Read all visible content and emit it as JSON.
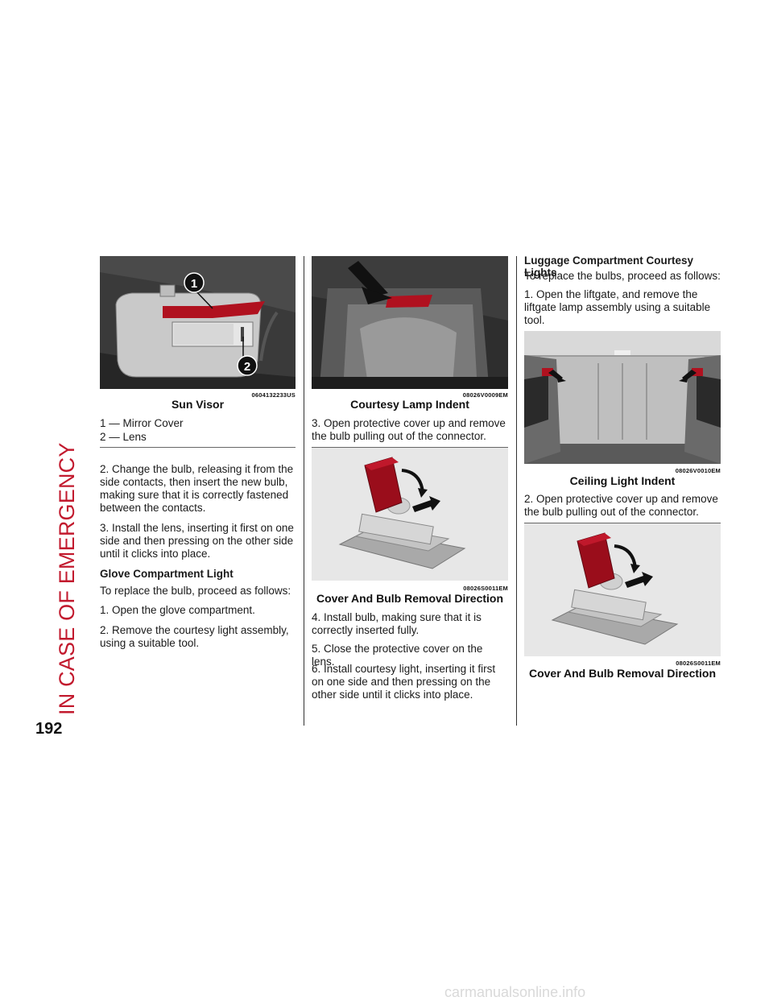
{
  "section_title": "IN CASE OF EMERGENCY",
  "page_number": "192",
  "footer": "carmanualsonline.info",
  "col1": {
    "fig_code": "0604132233US",
    "fig_caption": "Sun Visor",
    "callout_1": "1",
    "callout_2": "2",
    "legend_1": "1 — Mirror Cover",
    "legend_2": "2 — Lens",
    "step2": "2.  Change the bulb, releasing it from the side contacts, then insert the new bulb, making sure that it is correctly fastened between the contacts.",
    "step3": "3.  Install the lens, inserting it first on one side and then pressing on the other side until it clicks into place.",
    "glove_heading": "Glove Compartment Light",
    "glove_intro": "To replace the bulb, proceed as follows:",
    "glove_step1": "1.  Open the glove compartment.",
    "glove_step2": "2.  Remove the courtesy light assembly, using a suitable tool."
  },
  "col2": {
    "fig1_code": "08026V0009EM",
    "fig1_caption": "Courtesy Lamp Indent",
    "step3": "3.  Open protective cover up and remove the bulb pulling out of the connector.",
    "fig2_code": "08026S0011EM",
    "fig2_caption": "Cover And Bulb Removal Direction",
    "step4": "4.  Install bulb, making sure that it is correctly inserted fully.",
    "step5": "5.  Close the protective cover on the lens.",
    "step6": "6.  Install courtesy light, inserting it first on one side and then pressing on the other side until it clicks into place."
  },
  "col3": {
    "heading": "Luggage Compartment Courtesy Lights",
    "intro": "To replace the bulbs, proceed as follows:",
    "step1": "1.  Open the liftgate, and remove the liftgate lamp assembly using a suitable tool.",
    "fig1_code": "08026V0010EM",
    "fig1_caption": "Ceiling Light Indent",
    "step2": "2.  Open protective cover up and remove the bulb pulling out of the connector.",
    "fig2_code": "08026S0011EM",
    "fig2_caption": "Cover And Bulb Removal Direction"
  }
}
